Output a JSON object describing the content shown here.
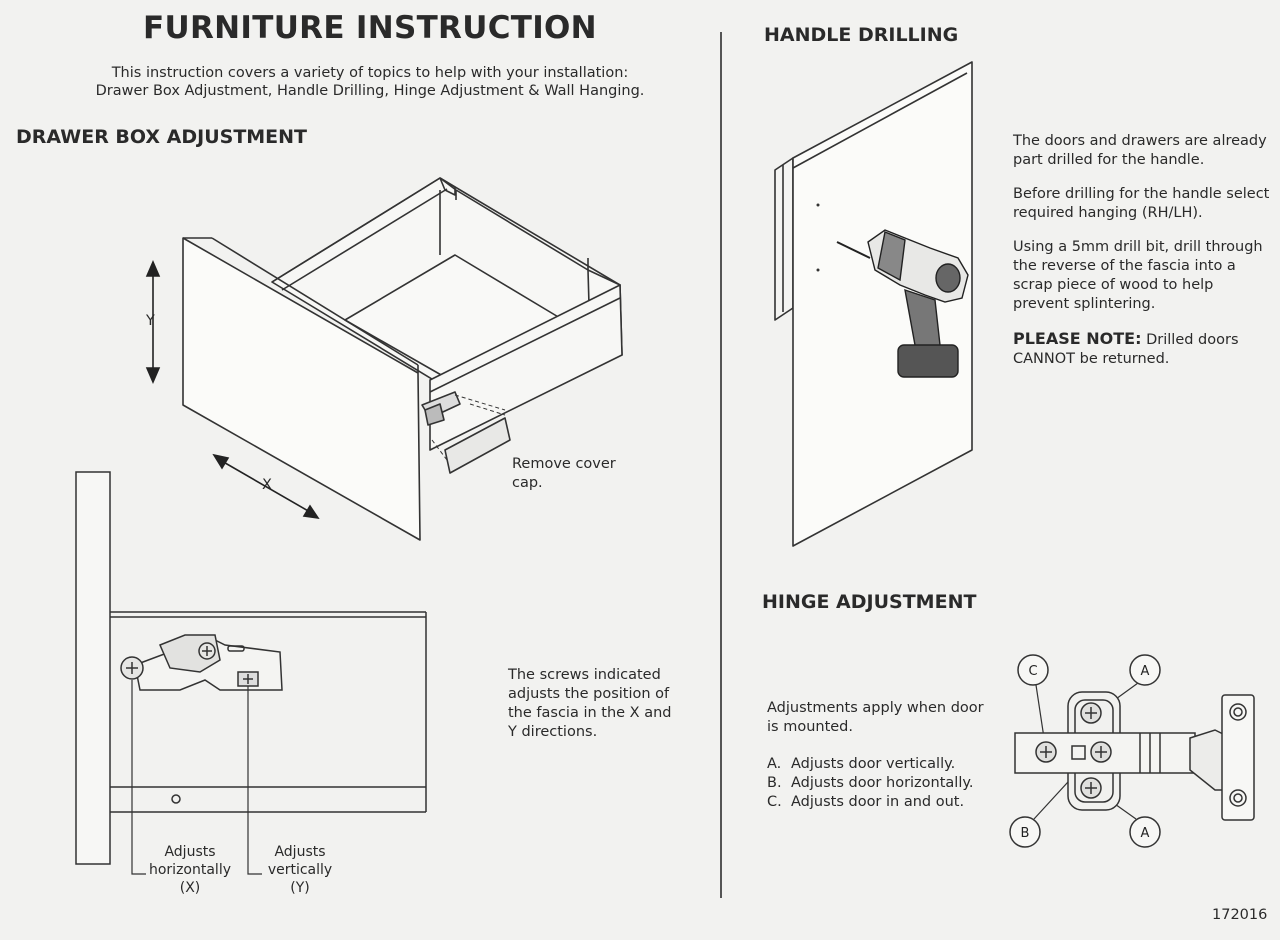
{
  "header": {
    "title": "FURNITURE INSTRUCTION",
    "intro_line1": "This instruction covers a variety of topics to help with your installation:",
    "intro_line2": "Drawer Box Adjustment, Handle Drilling, Hinge Adjustment & Wall Hanging."
  },
  "drawer": {
    "heading": "DRAWER BOX ADJUSTMENT",
    "label_y": "Y",
    "label_x": "X",
    "cover_cap": [
      "Remove cover",
      "cap."
    ],
    "screws_text": [
      "The screws indicated",
      "adjusts the position of",
      "the fascia in the X and",
      "Y directions."
    ],
    "adjust_h": [
      "Adjusts",
      "horizontally",
      "(X)"
    ],
    "adjust_v": [
      "Adjusts",
      "vertically",
      "(Y)"
    ]
  },
  "handle": {
    "heading": "HANDLE DRILLING",
    "p1": [
      "The doors and drawers are already",
      "part drilled for the handle."
    ],
    "p2": [
      "Before drilling for the handle select",
      "required hanging (RH/LH)."
    ],
    "p3": [
      "Using a 5mm drill bit, drill through",
      "the reverse of the fascia into a",
      "scrap piece of wood to help",
      "prevent splintering."
    ],
    "note_label": "PLEASE NOTE:",
    "note_text1": " Drilled doors",
    "note_text2": "CANNOT be returned."
  },
  "hinge": {
    "heading": "HINGE ADJUSTMENT",
    "intro": [
      "Adjustments apply when door",
      "is mounted."
    ],
    "items": [
      {
        "key": "A.",
        "text": "Adjusts door vertically."
      },
      {
        "key": "B.",
        "text": "Adjusts door horizontally."
      },
      {
        "key": "C.",
        "text": "Adjusts door in and out."
      }
    ],
    "callouts": {
      "c": "C",
      "a_top": "A",
      "b": "B",
      "a_bottom": "A"
    }
  },
  "footer": {
    "code": "172016"
  }
}
